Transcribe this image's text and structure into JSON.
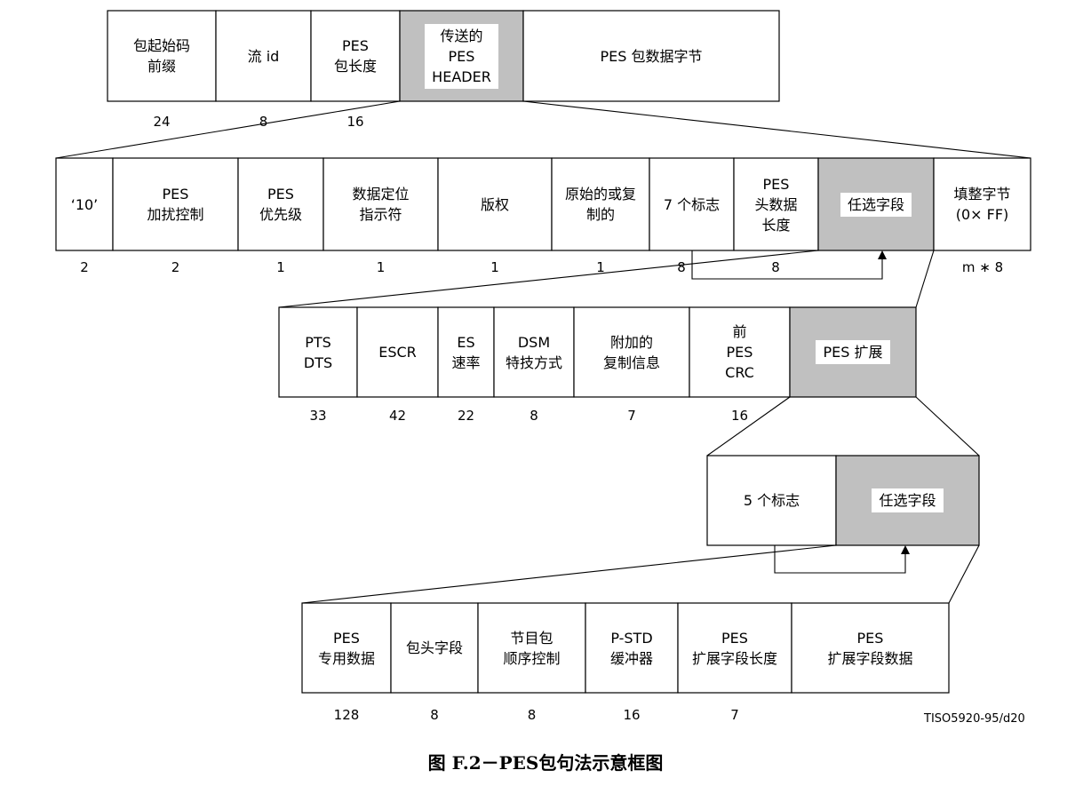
{
  "row1": {
    "fields": [
      {
        "lines": [
          "包起始码",
          "前缀"
        ],
        "bits": "24"
      },
      {
        "lines": [
          "流 id"
        ],
        "bits": "8"
      },
      {
        "lines": [
          "PES",
          "包长度"
        ],
        "bits": "16"
      },
      {
        "lines": [
          "传送的",
          "PES",
          "HEADER"
        ],
        "bits": ""
      },
      {
        "lines": [
          "PES 包数据字节"
        ],
        "bits": ""
      }
    ]
  },
  "row2": {
    "fields": [
      {
        "lines": [
          "‘10’"
        ],
        "bits": "2"
      },
      {
        "lines": [
          "PES",
          "加扰控制"
        ],
        "bits": "2"
      },
      {
        "lines": [
          "PES",
          "优先级"
        ],
        "bits": "1"
      },
      {
        "lines": [
          "数据定位",
          "指示符"
        ],
        "bits": "1"
      },
      {
        "lines": [
          "版权"
        ],
        "bits": "1"
      },
      {
        "lines": [
          "原始的或复",
          "制的"
        ],
        "bits": "1"
      },
      {
        "lines": [
          "7 个标志"
        ],
        "bits": "8"
      },
      {
        "lines": [
          "PES",
          "头数据",
          "长度"
        ],
        "bits": "8"
      },
      {
        "lines": [
          "任选字段"
        ],
        "bits": ""
      },
      {
        "lines": [
          "填整字节",
          "(0× FF)"
        ],
        "bits": "m ∗ 8"
      }
    ]
  },
  "row3": {
    "fields": [
      {
        "lines": [
          "PTS",
          "DTS"
        ],
        "bits": "33"
      },
      {
        "lines": [
          "ESCR"
        ],
        "bits": "42"
      },
      {
        "lines": [
          "ES",
          "速率"
        ],
        "bits": "22"
      },
      {
        "lines": [
          "DSM",
          "特技方式"
        ],
        "bits": "8"
      },
      {
        "lines": [
          "附加的",
          "复制信息"
        ],
        "bits": "7"
      },
      {
        "lines": [
          "前",
          "PES",
          "CRC"
        ],
        "bits": "16"
      },
      {
        "lines": [
          "PES 扩展"
        ],
        "bits": ""
      }
    ]
  },
  "row4": {
    "fields": [
      {
        "lines": [
          "5 个标志"
        ],
        "bits": ""
      },
      {
        "lines": [
          "任选字段"
        ],
        "bits": ""
      }
    ]
  },
  "row5": {
    "fields": [
      {
        "lines": [
          "PES",
          "专用数据"
        ],
        "bits": "128"
      },
      {
        "lines": [
          "包头字段"
        ],
        "bits": "8"
      },
      {
        "lines": [
          "节目包",
          "顺序控制"
        ],
        "bits": "8"
      },
      {
        "lines": [
          "P-STD",
          "缓冲器"
        ],
        "bits": "16"
      },
      {
        "lines": [
          "PES",
          "扩展字段长度"
        ],
        "bits": "7"
      },
      {
        "lines": [
          "PES",
          "扩展字段数据"
        ],
        "bits": ""
      }
    ]
  },
  "reference": "TISO5920-95/d20",
  "caption": "图 F.2－PES包句法示意框图",
  "colors": {
    "shade": "#c0c0c0",
    "stroke": "#000000"
  }
}
